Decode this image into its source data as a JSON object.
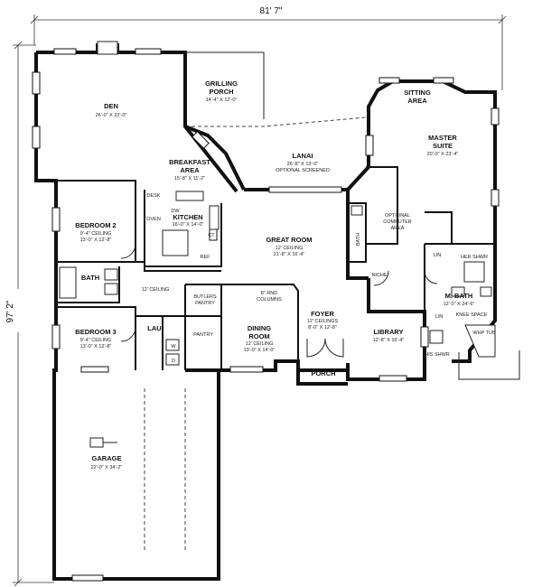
{
  "dimensions": {
    "width": "81' 7\"",
    "depth": "97' 2\""
  },
  "rooms": {
    "den": {
      "name": "DEN",
      "size": "26'-0\" X 22'-0\""
    },
    "grilling": {
      "name1": "GRILLING",
      "name2": "PORCH",
      "size": "14'-4\" X 12'-0\""
    },
    "sitting": {
      "name1": "SITTING",
      "name2": "AREA"
    },
    "master": {
      "name1": "MASTER",
      "name2": "SUITE",
      "size": "20'-0\" X 23'-4\""
    },
    "lanai": {
      "name": "LANAI",
      "size": "26'-8\" X 13'-0\"",
      "note": "OPTIONAL SCREENED"
    },
    "breakfast": {
      "name1": "BREAKFAST",
      "name2": "AREA",
      "size": "15'-8\" X 11'-2\""
    },
    "bedroom2": {
      "name": "BEDROOM 2",
      "ceiling": "9'-4\" CEILING",
      "size": "13'-0\" X 12'-8\""
    },
    "kitchen": {
      "name": "KITCHEN",
      "size": "16'-0\" X 14'-0\""
    },
    "great": {
      "name": "GREAT ROOM",
      "ceiling": "12' CEILING",
      "size": "21'-8\" X 16'-4\""
    },
    "computer": {
      "line1": "OPTIONAL",
      "line2": "COMPUTER",
      "line3": "AREA"
    },
    "mbath": {
      "name": "M. BATH",
      "size": "12'-0\" X 24'-6\""
    },
    "bath": {
      "name": "BATH"
    },
    "bedroom3": {
      "name": "BEDROOM 3",
      "ceiling": "9'-4\" CEILING",
      "size": "13'-0\" X 12'-8\""
    },
    "dining": {
      "name1": "DINING",
      "name2": "ROOM",
      "ceiling": "12' CEILING",
      "size": "13'-0\" X 14'-0\""
    },
    "foyer": {
      "name": "FOYER",
      "ceiling": "12' CEILINGS",
      "size": "8'-0\" X 12'-8\""
    },
    "library": {
      "name": "LIBRARY",
      "size": "12'-8\" X 16'-4\""
    },
    "garage": {
      "name": "GARAGE",
      "size": "22'-0\" X 34'-2\""
    },
    "porch": {
      "name": "PORCH"
    },
    "lau": {
      "name": "LAU."
    }
  },
  "labels": {
    "desk": "DESK",
    "oven": "OVEN",
    "ref": "REF",
    "ct": "CT",
    "dw": "DW",
    "bath_vertical": "BATH",
    "niche": "NICHE",
    "lin": "LIN",
    "lin2": "LIN",
    "her_shwr": "HER SHWR",
    "his_shwr": "HIS SHWR",
    "whp_tub": "WHP TUB",
    "knee_space": "KNEE SPACE",
    "butlers": "BUTLERS",
    "pantry": "PANTRY",
    "pantry2": "PANTRY",
    "columns_line1": "8\" RND",
    "columns_line2": "COLUMNS",
    "ceiling12": "12' CEILING",
    "w": "W",
    "d": "D"
  }
}
